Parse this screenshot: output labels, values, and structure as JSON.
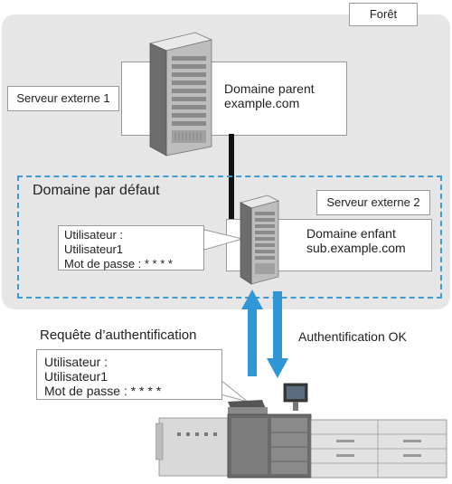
{
  "forest": {
    "label": "Forêt"
  },
  "parent_domain": {
    "server_label": "Serveur externe 1",
    "name": "Domaine parent",
    "domain": "example.com"
  },
  "default_domain": {
    "label": "Domaine par défaut"
  },
  "child_domain": {
    "server_label": "Serveur externe 2",
    "name": "Domaine enfant",
    "domain": "sub.example.com"
  },
  "server_callout": {
    "line1": "Utilisateur :",
    "line2": "Utilisateur1",
    "line3": "Mot de passe : * * * *"
  },
  "request": {
    "label": "Requête d’authentification",
    "line1": "Utilisateur :",
    "line2": "Utilisateur1",
    "line3": "Mot de passe : * * * *"
  },
  "response": {
    "label": "Authentification OK"
  },
  "colors": {
    "forest_bg": "#e6e6e6",
    "dashed_border": "#3a9bd5",
    "arrow": "#2f97d6"
  }
}
